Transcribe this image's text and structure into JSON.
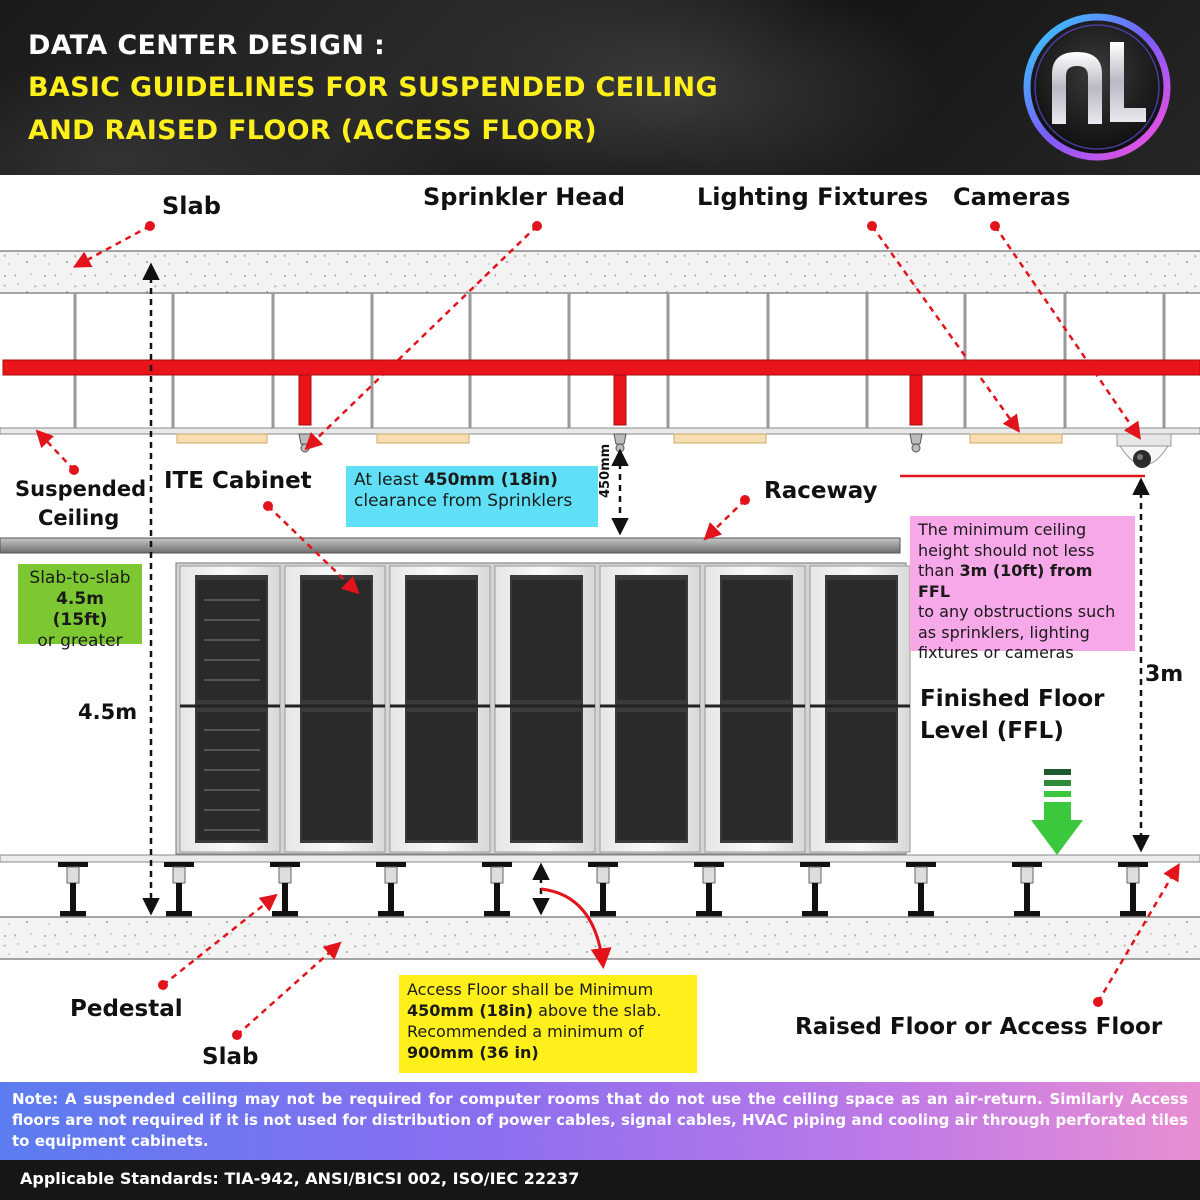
{
  "header": {
    "line1": "DATA CENTER DESIGN :",
    "line2": "BASIC GUIDELINES FOR SUSPENDED CEILING",
    "line3": "AND RAISED FLOOR (ACCESS FLOOR)",
    "logo_text": "nl"
  },
  "labels": {
    "slab_top": "Slab",
    "sprinkler_head": "Sprinkler Head",
    "lighting_fixtures": "Lighting Fixtures",
    "cameras": "Cameras",
    "suspended_ceiling_1": "Suspended",
    "suspended_ceiling_2": "Ceiling",
    "ite_cabinet": "ITE Cabinet",
    "raceway": "Raceway",
    "height_45": "4.5m",
    "height_3": "3m",
    "dim_450": "450mm",
    "ffl_1": "Finished Floor",
    "ffl_2": "Level (FFL)",
    "pedestal": "Pedestal",
    "slab_bottom": "Slab",
    "raised_floor": "Raised Floor or Access Floor"
  },
  "boxes": {
    "sprinkler_clearance": {
      "pre": "At least ",
      "bold": "450mm (18in)",
      "post": "clearance from Sprinklers",
      "color": "#5fe0f7"
    },
    "slab_to_slab": {
      "pre": "Slab-to-slab",
      "bold": "4.5m (15ft)",
      "post": "or greater",
      "color": "#7dc832"
    },
    "ceiling_height": {
      "l1": "The minimum ceiling",
      "l2": "height should not less",
      "l3_pre": "than ",
      "l3_bold": "3m (10ft) from FFL",
      "l4": "to any obstructions such",
      "l5": "as sprinklers, lighting",
      "l6": "fixtures or cameras",
      "color": "#f7a8e8"
    },
    "access_floor": {
      "l1": "Access Floor shall be Minimum",
      "l2_bold": "450mm (18in)",
      "l2_post": " above the slab.",
      "l3": "Recommended a minimum of",
      "l4_bold": "900mm (36 in)",
      "color": "#ffef1a"
    }
  },
  "note": "Note: A suspended ceiling may not be required for computer rooms that do not use the ceiling space as an air-return. Similarly Access floors are not required if it is not used for distribution of power cables, signal cables, HVAC piping and cooling air through perforated tiles to equipment cabinets.",
  "footer": "Applicable Standards:  TIA-942, ANSI/BICSI 002, ISO/IEC 22237",
  "colors": {
    "pipe": "#e8141a",
    "leader": "#e3131b",
    "arrow_green": "#3cc83c",
    "light_fixture": "#f7ddb0"
  }
}
